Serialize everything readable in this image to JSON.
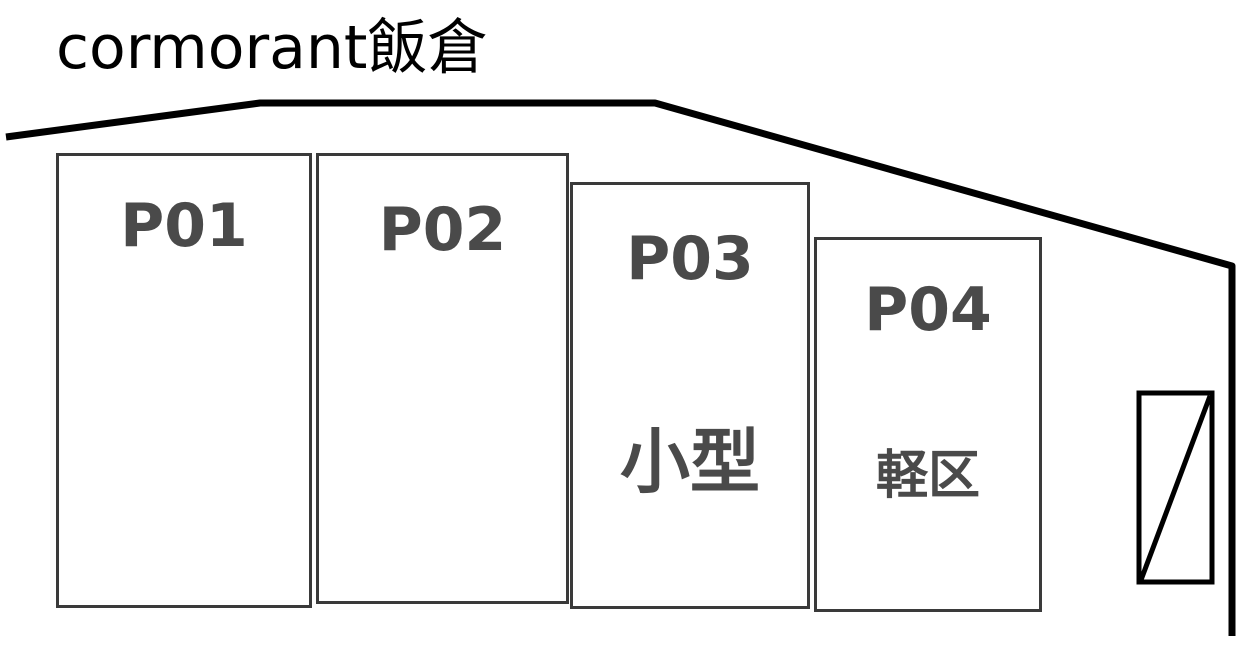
{
  "title": "cormorant飯倉",
  "slots": [
    {
      "id": "P01",
      "type": ""
    },
    {
      "id": "P02",
      "type": ""
    },
    {
      "id": "P03",
      "type": "小型"
    },
    {
      "id": "P04",
      "type": "軽区"
    }
  ],
  "icons": {
    "entrance": "hatched-rectangle-icon"
  },
  "colors": {
    "line": "#000000",
    "slot_border": "#3a3a3a",
    "label": "#4a4a4a"
  }
}
